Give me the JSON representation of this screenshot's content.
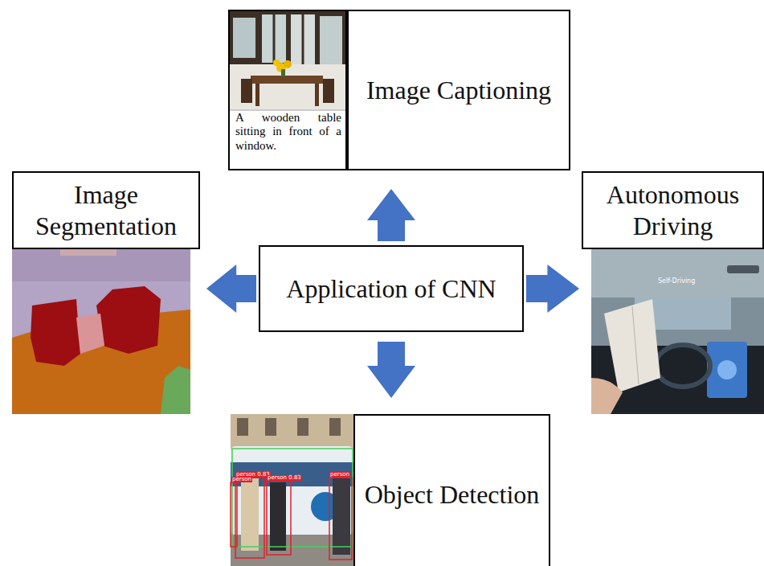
{
  "diagram": {
    "nodes": [
      {
        "text": [
          "A wooden table sitting in front of a window."
        ]
      },
      {
        "text": [
          "Image Captioning"
        ]
      },
      {
        "text": [
          "Image Segmentation"
        ]
      },
      {
        "text": [
          "Application of CNN"
        ]
      },
      {
        "text": [
          "Autonomous Driving"
        ]
      },
      {
        "text": [
          "Object Detection"
        ]
      }
    ],
    "edges": [
      {
        "from": 3,
        "to": 1,
        "arrow": "to"
      },
      {
        "from": 3,
        "to": 2,
        "arrow": "to"
      },
      {
        "from": 3,
        "to": 4,
        "arrow": "to"
      },
      {
        "from": 3,
        "to": 5,
        "arrow": "to"
      }
    ],
    "labels": [
      "Self-Driving",
      "person 0.83",
      "person 0.83",
      "person",
      "person"
    ]
  }
}
